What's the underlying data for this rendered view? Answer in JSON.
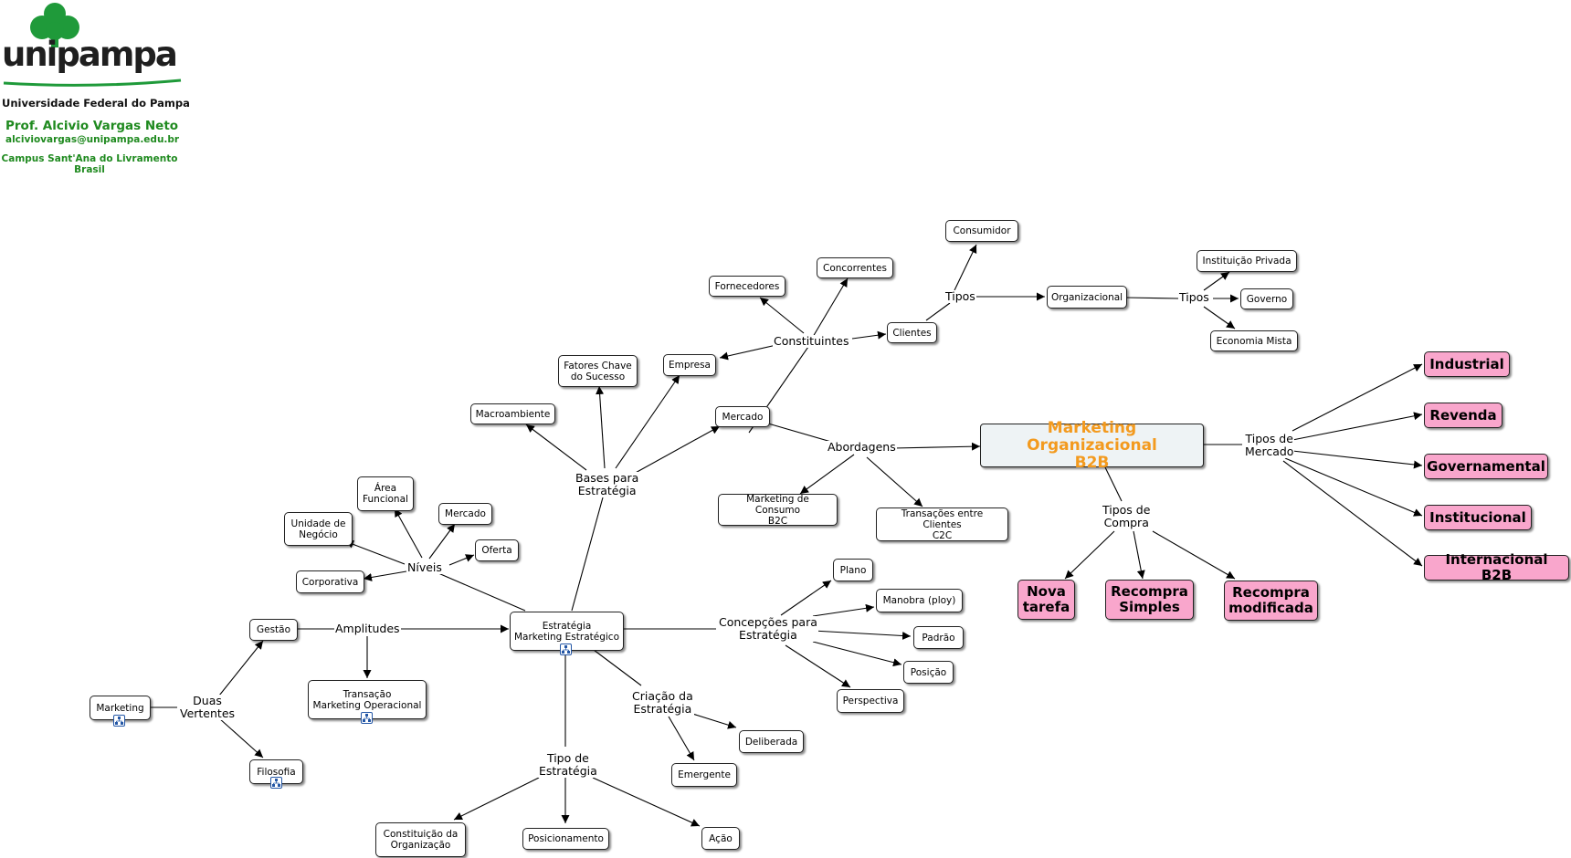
{
  "header": {
    "logo_text": "unipampa",
    "university": "Universidade Federal do Pampa",
    "professor": "Prof. Alcivio Vargas Neto",
    "email": "alciviovargas@unipampa.edu.br",
    "campus": "Campus Sant'Ana do Livramento\nBrasil"
  },
  "nodes": [
    {
      "id": "consumidor",
      "text": "Consumidor"
    },
    {
      "id": "concorrentes",
      "text": "Concorrentes"
    },
    {
      "id": "fornecedores",
      "text": "Fornecedores"
    },
    {
      "id": "organizacional",
      "text": "Organizacional"
    },
    {
      "id": "inst_privada",
      "text": "Instituição Privada"
    },
    {
      "id": "governo",
      "text": "Governo"
    },
    {
      "id": "economia_mista",
      "text": "Economia Mista"
    },
    {
      "id": "clientes",
      "text": "Clientes"
    },
    {
      "id": "empresa",
      "text": "Empresa"
    },
    {
      "id": "fatores",
      "text": "Fatores Chave\ndo Sucesso"
    },
    {
      "id": "macroambiente",
      "text": "Macroambiente"
    },
    {
      "id": "mercado_top",
      "text": "Mercado"
    },
    {
      "id": "mkt_consumo",
      "text": "Marketing de Consumo\nB2C"
    },
    {
      "id": "transacoes",
      "text": "Transações entre Clientes\nC2C"
    },
    {
      "id": "area_funcional",
      "text": "Área\nFuncional"
    },
    {
      "id": "unidade",
      "text": "Unidade de\nNegócio"
    },
    {
      "id": "mercado_niv",
      "text": "Mercado"
    },
    {
      "id": "oferta",
      "text": "Oferta"
    },
    {
      "id": "corporativa",
      "text": "Corporativa"
    },
    {
      "id": "gestao",
      "text": "Gestão"
    },
    {
      "id": "estrategia",
      "text": "Estratégia\nMarketing Estratégico"
    },
    {
      "id": "transacao",
      "text": "Transação\nMarketing Operacional"
    },
    {
      "id": "marketing",
      "text": "Marketing"
    },
    {
      "id": "filosofia",
      "text": "Filosofia"
    },
    {
      "id": "plano",
      "text": "Plano"
    },
    {
      "id": "manobra",
      "text": "Manobra (ploy)"
    },
    {
      "id": "padrao",
      "text": "Padrão"
    },
    {
      "id": "posicao",
      "text": "Posição"
    },
    {
      "id": "perspectiva",
      "text": "Perspectiva"
    },
    {
      "id": "deliberada",
      "text": "Deliberada"
    },
    {
      "id": "emergente",
      "text": "Emergente"
    },
    {
      "id": "constituicao",
      "text": "Constituição da\nOrganização"
    },
    {
      "id": "posicionamento",
      "text": "Posicionamento"
    },
    {
      "id": "acao",
      "text": "Ação"
    },
    {
      "id": "main",
      "text": "Marketing Organizacional\nB2B"
    },
    {
      "id": "industrial",
      "text": "Industrial"
    },
    {
      "id": "revenda",
      "text": "Revenda"
    },
    {
      "id": "governamental",
      "text": "Governamental"
    },
    {
      "id": "institucional",
      "text": "Institucional"
    },
    {
      "id": "internacional",
      "text": "Internacional B2B"
    },
    {
      "id": "nova_tarefa",
      "text": "Nova\ntarefa"
    },
    {
      "id": "recompra_simples",
      "text": "Recompra\nSimples"
    },
    {
      "id": "recompra_mod",
      "text": "Recompra\nmodificada"
    }
  ],
  "links": [
    {
      "id": "tipos1",
      "text": "Tipos"
    },
    {
      "id": "tipos2",
      "text": "Tipos"
    },
    {
      "id": "constituintes",
      "text": "Constituintes"
    },
    {
      "id": "abordagens",
      "text": "Abordagens"
    },
    {
      "id": "bases",
      "text": "Bases para\nEstratégia"
    },
    {
      "id": "niveis",
      "text": "Níveis"
    },
    {
      "id": "amplitudes",
      "text": "Amplitudes"
    },
    {
      "id": "duas",
      "text": "Duas\nVertentes"
    },
    {
      "id": "concepcoes",
      "text": "Concepções para\nEstratégia"
    },
    {
      "id": "criacao",
      "text": "Criação da\nEstratégia"
    },
    {
      "id": "tipo_estr",
      "text": "Tipo de\nEstratégia"
    },
    {
      "id": "tipos_mercado",
      "text": "Tipos de\nMercado"
    },
    {
      "id": "tipos_compra",
      "text": "Tipos de\nCompra"
    }
  ]
}
